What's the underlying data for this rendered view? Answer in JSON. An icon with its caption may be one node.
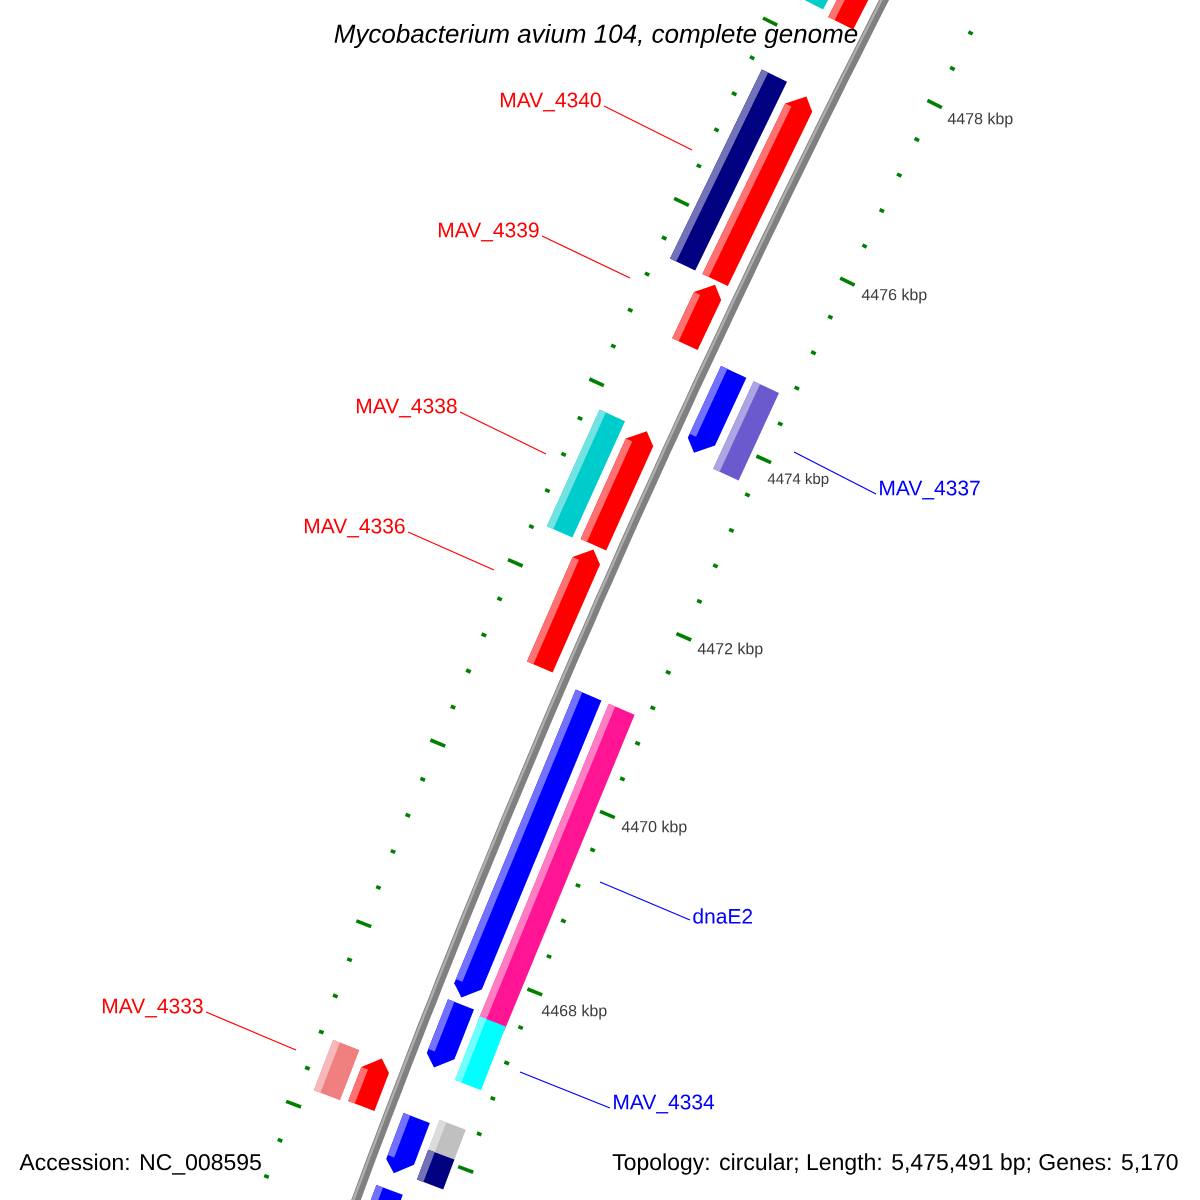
{
  "diagram": {
    "title": "Mycobacterium avium 104, complete genome",
    "nodes": [
      {
        "text": [
          "MAV_4340"
        ]
      },
      {
        "text": [
          "MAV_4339"
        ]
      },
      {
        "text": [
          "MAV_4338"
        ]
      },
      {
        "text": [
          "MAV_4337"
        ]
      },
      {
        "text": [
          "MAV_4336"
        ]
      },
      {
        "text": [
          "dnaE2"
        ]
      },
      {
        "text": [
          "MAV_4333"
        ]
      },
      {
        "text": [
          "MAV_4334"
        ]
      }
    ],
    "edges": [
      {
        "from": 0,
        "to": null,
        "arrow": "none"
      },
      {
        "from": 1,
        "to": null,
        "arrow": "none"
      },
      {
        "from": 2,
        "to": null,
        "arrow": "none"
      },
      {
        "from": 3,
        "to": null,
        "arrow": "none",
        "color": "#0000ff"
      },
      {
        "from": 4,
        "to": null,
        "arrow": "none"
      },
      {
        "from": 5,
        "to": null,
        "arrow": "none",
        "color": "#0000ff"
      },
      {
        "from": 6,
        "to": null,
        "arrow": "none"
      },
      {
        "from": 7,
        "to": null,
        "arrow": "none",
        "color": "#0000ff"
      }
    ],
    "labels": [
      "4478 kbp",
      "4476 kbp",
      "4474 kbp",
      "4472 kbp",
      "4470 kbp",
      "4468 kbp",
      "Accession: NC_008595",
      "Topology: circular; Length: 5,475,491 bp; Genes: 5,170"
    ]
  }
}
